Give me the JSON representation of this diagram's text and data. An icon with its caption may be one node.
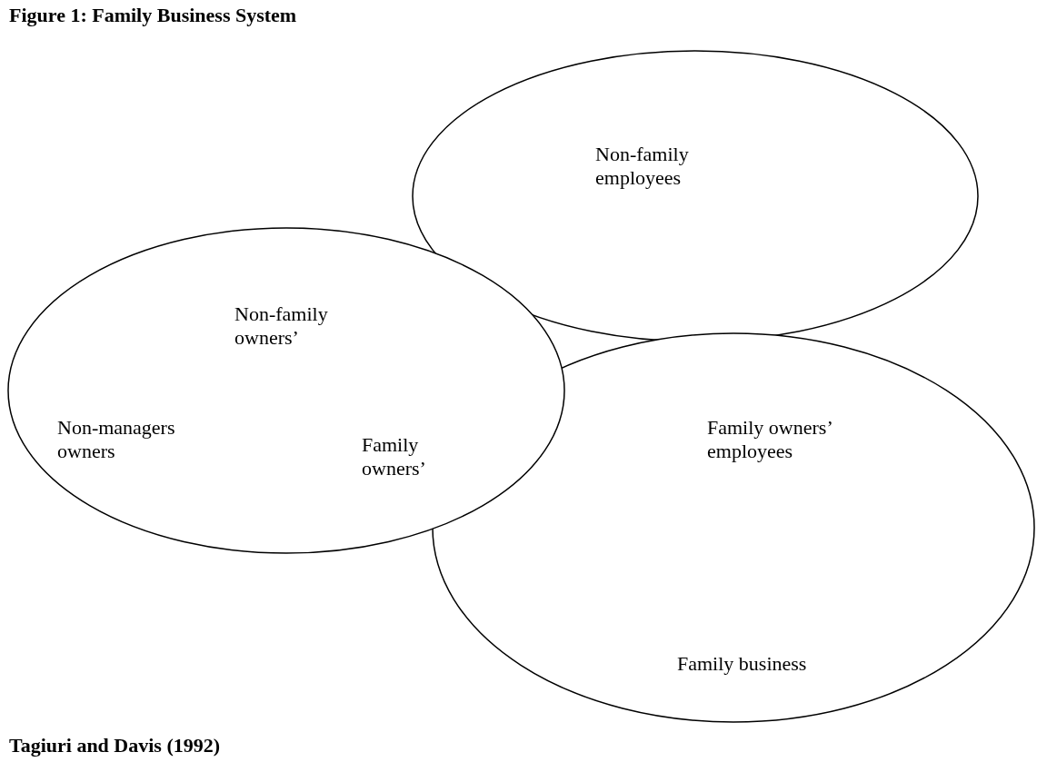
{
  "diagram": {
    "title": "Figure 1: Family Business System",
    "caption": "Tagiuri and Davis (1992)",
    "nodes": [
      {
        "text": [
          "Non-family employees"
        ]
      },
      {
        "text": [
          "Family owners’ employees",
          "Family business"
        ]
      },
      {
        "text": [
          "Non-family owners’",
          "Non-managers owners",
          "Family owners’"
        ]
      }
    ],
    "edges": []
  }
}
